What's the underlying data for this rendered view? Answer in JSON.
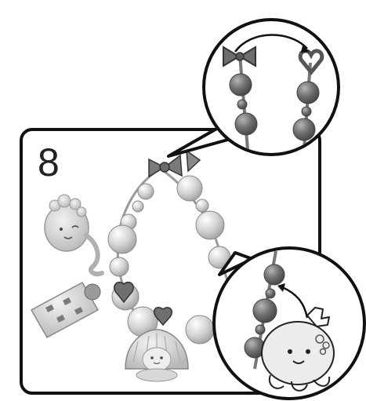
{
  "step": {
    "number": "8"
  },
  "colors": {
    "frame_stroke": "#111111",
    "bead_dark": "#6f6f6f",
    "bead_light": "#cfcfcf",
    "charm_light": "#d8d8d8",
    "charm_dark": "#8a8a8a",
    "background": "#ffffff"
  },
  "zoom_callouts": [
    {
      "name": "top-zoom",
      "content": "bow-clasp-hooking-onto-heart-loop",
      "arrow": "curved-arrow-right"
    },
    {
      "name": "bottom-zoom",
      "content": "bead-strand-with-charm",
      "arrow": "curved-arrow-up"
    }
  ],
  "icons": [
    "bow-clasp-icon",
    "heart-loop-icon",
    "curved-arrow-icon",
    "octopus-charm-icon",
    "shell-charm-icon",
    "popsicle-charm-icon"
  ]
}
